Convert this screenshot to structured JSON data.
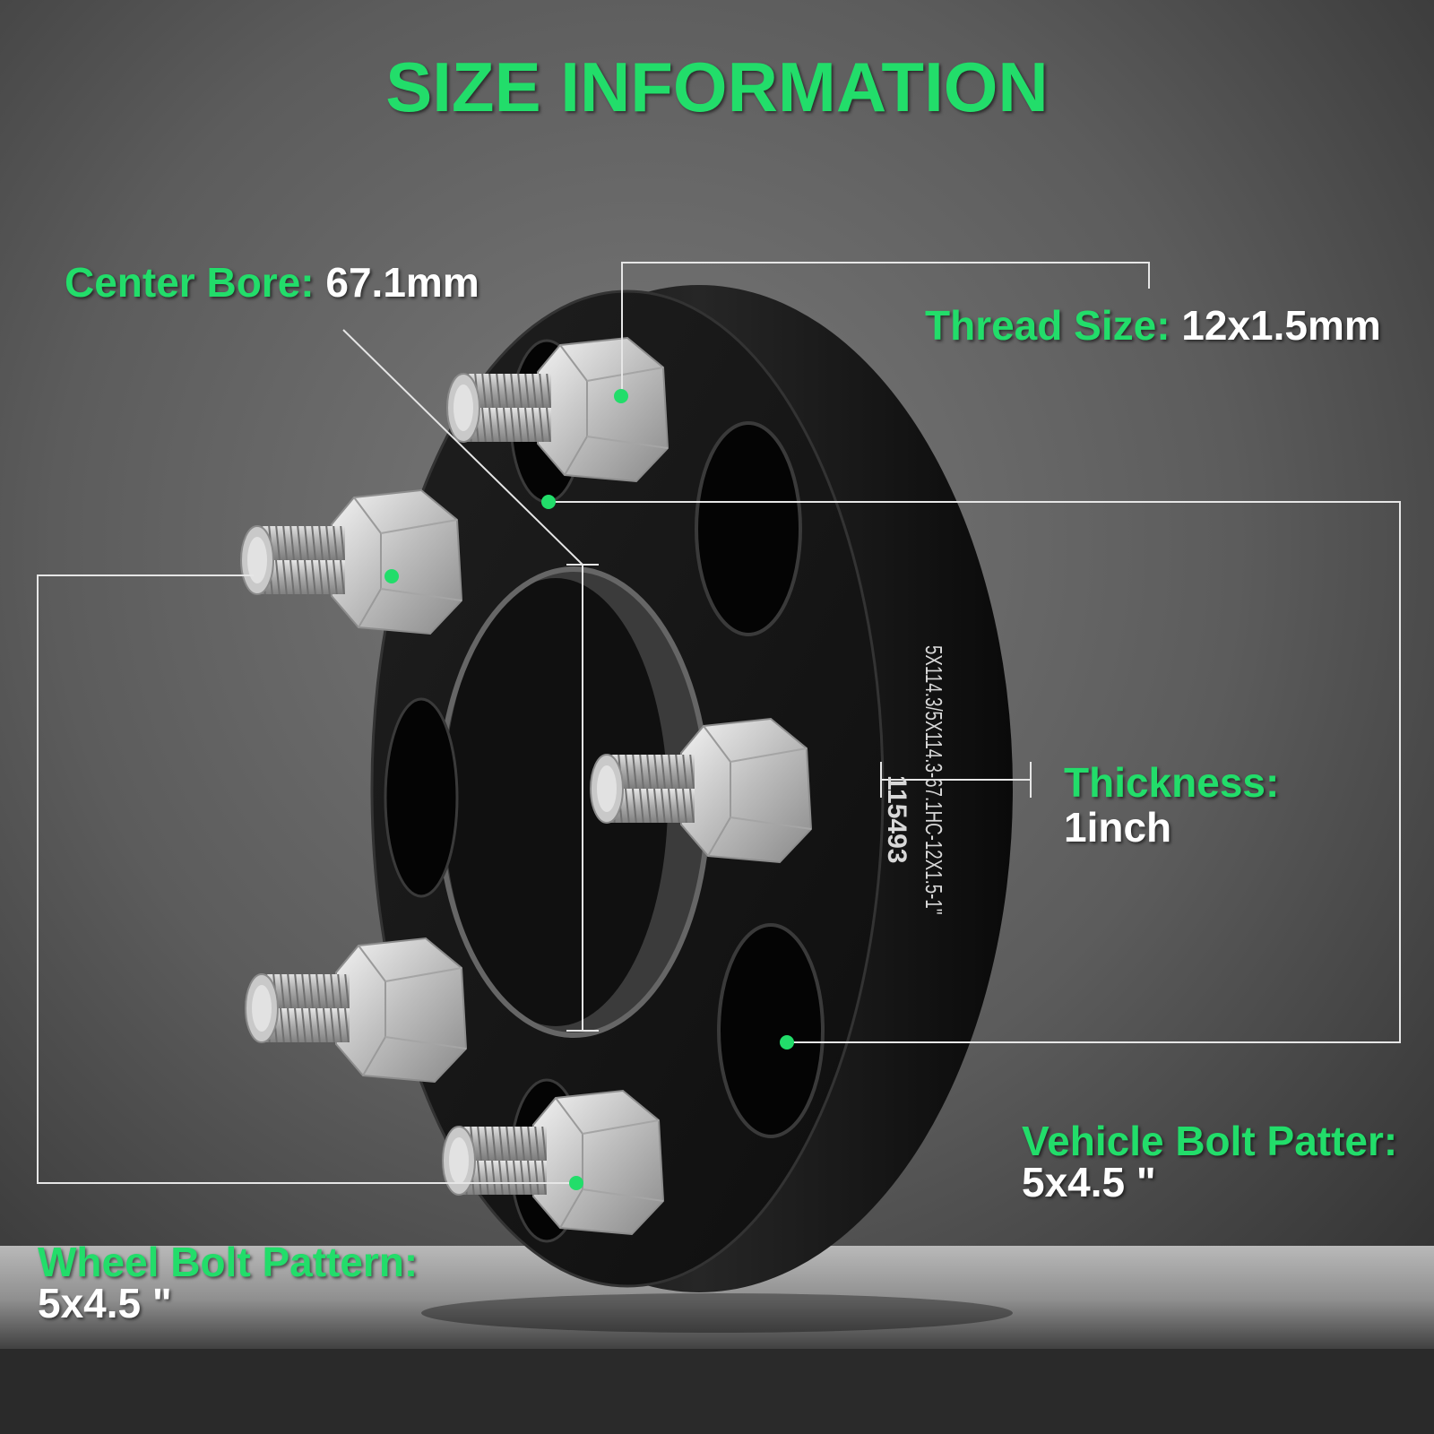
{
  "title": "SIZE INFORMATION",
  "specs": {
    "center_bore": {
      "label": "Center Bore:",
      "value": "67.1mm"
    },
    "thread_size": {
      "label": "Thread Size:",
      "value": "12x1.5mm"
    },
    "thickness": {
      "label": "Thickness:",
      "value": "1inch"
    },
    "vehicle_bolt_pattern": {
      "label": "Vehicle Bolt Patter:",
      "value": "5x4.5 \""
    },
    "wheel_bolt_pattern": {
      "label": "Wheel Bolt Pattern:",
      "value": "5x4.5 \""
    }
  },
  "stamp": {
    "serial": "115493",
    "spec": "5X114.3/5X114.3-67.1HC-12X1.5-1\""
  },
  "colors": {
    "label_green": "#22dd6a",
    "value_white": "#ffffff",
    "background_gray": "#5a5a5a",
    "spacer_black": "#151515",
    "callout_dot": "#22dd6a"
  },
  "icons": [
    "wheel-spacer-icon",
    "lug-stud-icon"
  ]
}
